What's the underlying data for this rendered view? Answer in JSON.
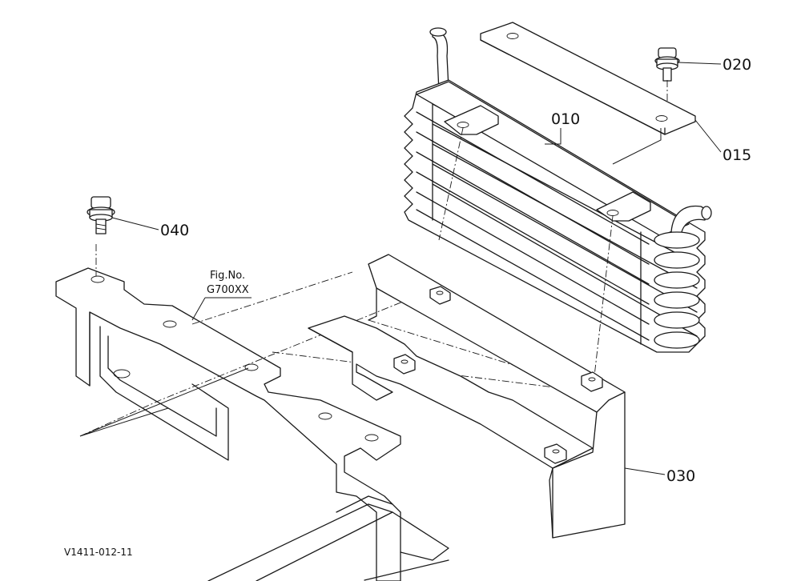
{
  "callouts": {
    "p010": "010",
    "p015": "015",
    "p020": "020",
    "p030": "030",
    "p040": "040"
  },
  "figure_ref": {
    "line1": "Fig.No.",
    "line2": "G700XX"
  },
  "drawing_code": "V1411-012-11"
}
